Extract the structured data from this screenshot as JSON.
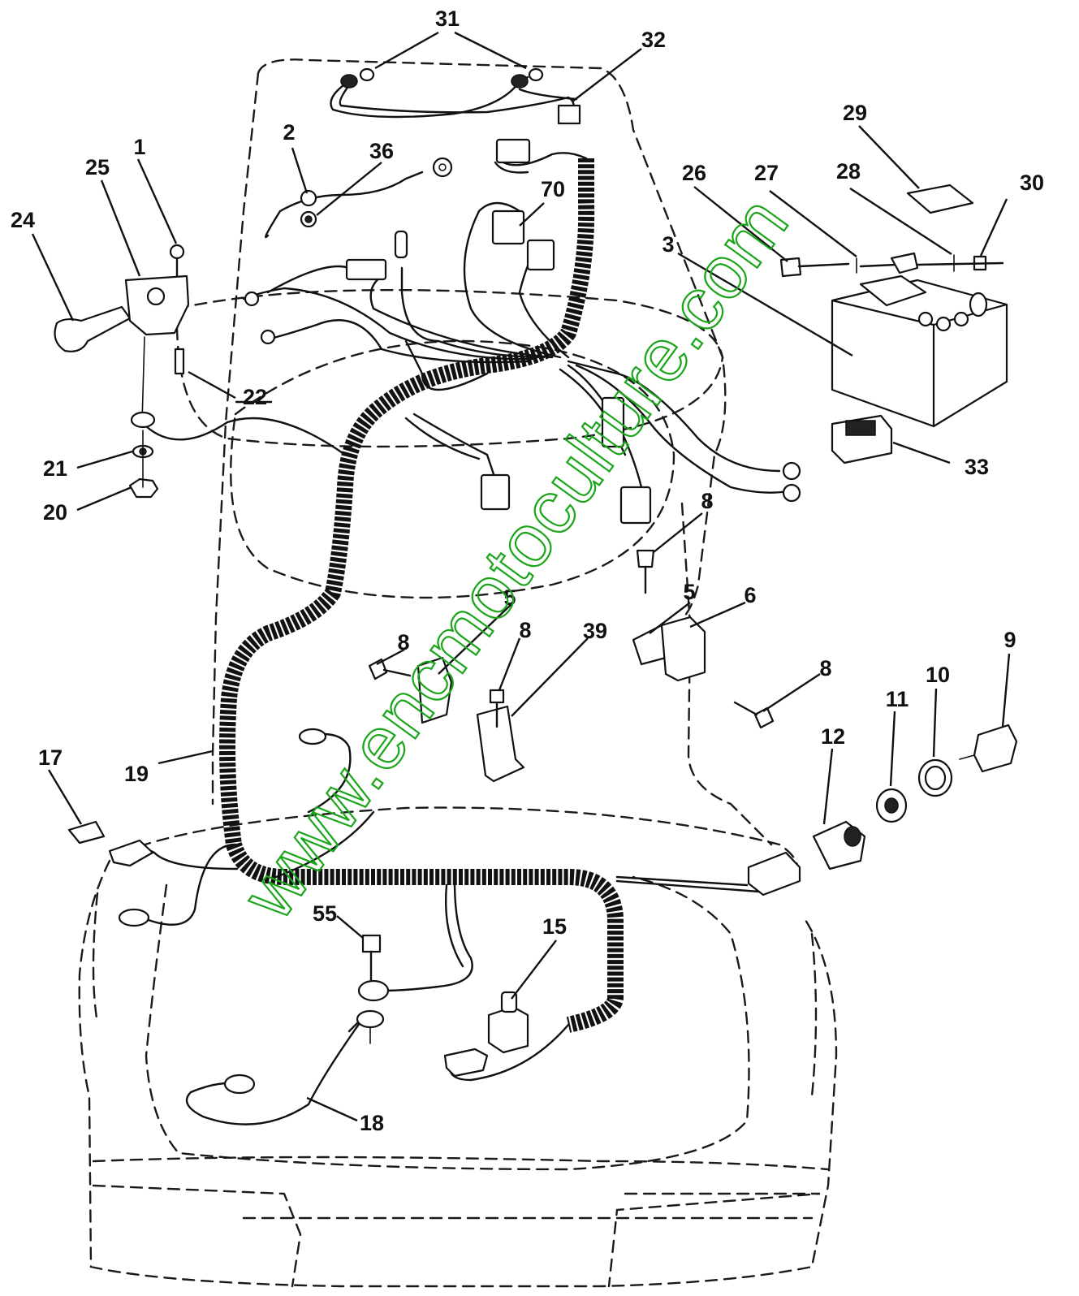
{
  "callouts": {
    "c1": "1",
    "c2": "2",
    "c3": "3",
    "c5a": "5",
    "c5b": "5",
    "c6": "6",
    "c8a": "8",
    "c8b": "8",
    "c8c": "8",
    "c8d": "8",
    "c9": "9",
    "c10": "10",
    "c11": "11",
    "c12": "12",
    "c15": "15",
    "c17": "17",
    "c18": "18",
    "c19": "19",
    "c20": "20",
    "c21": "21",
    "c22": "22",
    "c24": "24",
    "c25": "25",
    "c26": "26",
    "c27": "27",
    "c28": "28",
    "c29": "29",
    "c30": "30",
    "c31": "31",
    "c32": "32",
    "c33": "33",
    "c36": "36",
    "c39": "39",
    "c55": "55",
    "c70": "70"
  },
  "watermark": "www.encmotoculture.com",
  "colors": {
    "line": "#111111",
    "watermark": "#1aa51a",
    "background": "#ffffff"
  }
}
